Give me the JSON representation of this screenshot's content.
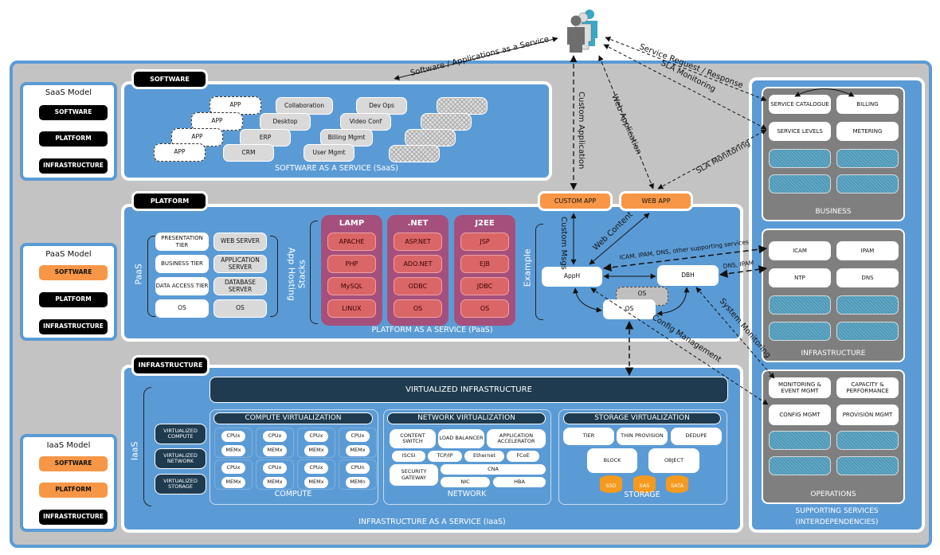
{
  "users_icon": "people-group-icon",
  "arrows": {
    "software_apps": "Software / Applications as a Service",
    "custom_application": "Custom Application",
    "web_application": "Web Application",
    "service_request": "Service Request / Response",
    "sla_monitoring_1": "SLA Monitoring",
    "sla_monitoring_2": "SLA Monitoring",
    "custom_msgs": "Custom Msgs",
    "web_content": "Web Content",
    "icam_services": "ICAM, IPAM, DNS, other supporting services",
    "dns_ipam": "DNS, IPAM",
    "config_management": "Config Management",
    "system_monitoring": "System Monitoring"
  },
  "models": [
    {
      "title": "SaaS Model",
      "items": [
        "SOFTWARE",
        "PLATFORM",
        "INFRASTRUCTURE"
      ]
    },
    {
      "title": "PaaS Model",
      "items": [
        "SOFTWARE",
        "PLATFORM",
        "INFRASTRUCTURE"
      ]
    },
    {
      "title": "IaaS Model",
      "items": [
        "SOFTWARE",
        "PLATFORM",
        "INFRASTRUCTURE"
      ]
    }
  ],
  "colors": {
    "blue": "#5b9bd5",
    "orange": "#f79646",
    "stack": "#a5507c",
    "dark": "#1e3b4f"
  },
  "software": {
    "tab": "SOFTWARE",
    "apps": [
      "APP",
      "APP",
      "APP",
      "APP"
    ],
    "stack1": [
      "Collaboration",
      "Desktop",
      "ERP",
      "CRM"
    ],
    "stack2": [
      "Dev Ops",
      "Video Conf",
      "Billing Mgmt",
      "User Mgmt"
    ],
    "footer": "SOFTWARE AS A SERVICE (SaaS)"
  },
  "platform": {
    "tab": "PLATFORM",
    "paas": "PaaS",
    "tiers": [
      "PRESENTATION TIER",
      "BUSINESS TIER",
      "DATA ACCESS TIER",
      "OS"
    ],
    "servers": [
      "WEB SERVER",
      "APPLICATION SERVER",
      "DATABASE SERVER",
      "OS"
    ],
    "app_hosting": "App Hosting",
    "stacks_label": "Stacks",
    "stacks": [
      {
        "name": "LAMP",
        "items": [
          "APACHE",
          "PHP",
          "MySQL",
          "LINUX"
        ]
      },
      {
        "name": ".NET",
        "items": [
          "ASP.NET",
          "ADO.NET",
          "ODBC",
          "OS"
        ]
      },
      {
        "name": "J2EE",
        "items": [
          "JSP",
          "EJB",
          "JDBC",
          "OS"
        ]
      }
    ],
    "example": "Example",
    "custom_app": "CUSTOM APP",
    "web_app": "WEB APP",
    "apph": "AppH",
    "dbh": "DBH",
    "os_back": "OS",
    "os_front": "OS",
    "footer": "PLATFORM AS A SERVICE (PaaS)"
  },
  "infrastructure": {
    "tab": "INFRASTRUCTURE",
    "iaas": "IaaS",
    "banner": "VIRTUALIZED INFRASTRUCTURE",
    "virtualized": [
      "VIRTUALIZED COMPUTE",
      "VIRTUALIZED NETWORK",
      "VIRTUALIZED STORAGE"
    ],
    "compute": {
      "title": "COMPUTE VIRTUALIZATION",
      "cells": [
        [
          "CPUx",
          "MEMx"
        ],
        [
          "CPUx",
          "MEMx"
        ],
        [
          "CPUx",
          "MEMx"
        ],
        [
          "CPUx",
          "MEMx"
        ],
        [
          "CPUx",
          "MEMx"
        ],
        [
          "CPUx",
          "MEMx"
        ],
        [
          "CPUx",
          "MEMx"
        ],
        [
          "CPUn",
          "MEMn"
        ]
      ],
      "footer": "COMPUTE"
    },
    "network": {
      "title": "NETWORK VIRTUALIZATION",
      "row1": [
        "CONTENT SWITCH",
        "LOAD BALANCER",
        "APPLICATION ACCELERATOR"
      ],
      "row2": [
        "ISCSI",
        "TCP/IP",
        "Ethernet",
        "FCoE"
      ],
      "security": "SECURITY GATEWAY",
      "cna": "CNA",
      "nic": "NIC",
      "hba": "HBA",
      "footer": "NETWORK"
    },
    "storage": {
      "title": "STORAGE VIRTUALIZATION",
      "row1": [
        "TIER",
        "THIN PROVISION",
        "DEDUPE"
      ],
      "row2": [
        "BLOCK",
        "OBJECT"
      ],
      "disks": [
        "SSD",
        "SAS",
        "SATA"
      ],
      "footer": "STORAGE"
    },
    "footer": "INFRASTRUCTURE AS A SERVICE (IaaS)"
  },
  "supporting": {
    "business": {
      "items": [
        "SERVICE CATALOGUE",
        "BILLING",
        "SERVICE LEVELS",
        "METERING"
      ],
      "label": "BUSINESS"
    },
    "infrastructure": {
      "items": [
        "ICAM",
        "IPAM",
        "NTP",
        "DNS"
      ],
      "label": "INFRASTRUCTURE"
    },
    "operations": {
      "items": [
        "MONITORING & EVENT MGMT",
        "CAPACITY & PERFORMANCE",
        "CONFIG MGMT",
        "PROVISION MGMT"
      ],
      "label": "OPERATIONS"
    },
    "footer1": "SUPPORTING SERVICES",
    "footer2": "(INTERDEPENDENCIES)"
  }
}
